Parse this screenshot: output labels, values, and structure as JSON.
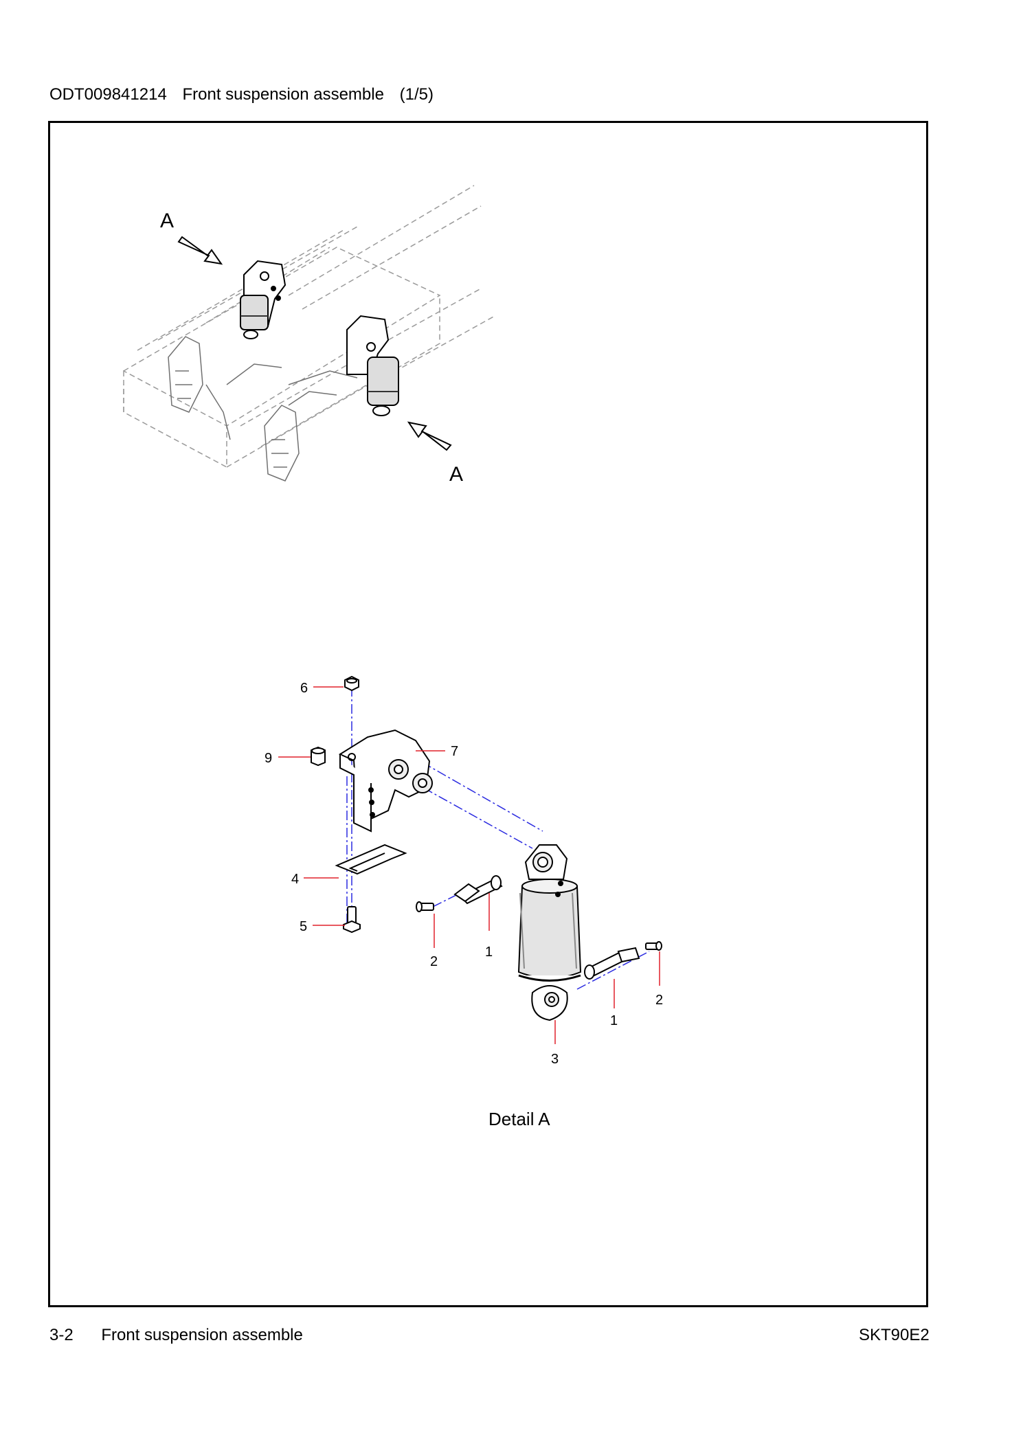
{
  "header": {
    "code": "ODT009841214",
    "title": "Front suspension assemble",
    "page_fraction": "(1/5)"
  },
  "overview": {
    "view_label_top": "A",
    "view_label_bottom": "A"
  },
  "detail": {
    "caption": "Detail A",
    "callouts": {
      "c6": "6",
      "c9": "9",
      "c7": "7",
      "c4": "4",
      "c5": "5",
      "c2a": "2",
      "c1a": "1",
      "c1b": "1",
      "c2b": "2",
      "c3": "3"
    }
  },
  "footer": {
    "page_number": "3-2",
    "section_title": "Front suspension assemble",
    "model": "SKT90E2"
  },
  "colors": {
    "callout_leader": "#e0202a",
    "centerline": "#2a2ae0",
    "line": "#000000",
    "phantom": "#9a9a9a"
  }
}
